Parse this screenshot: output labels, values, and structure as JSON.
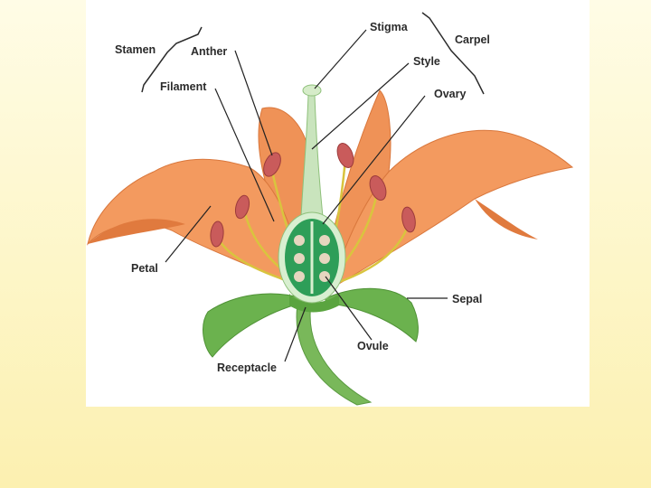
{
  "diagram": {
    "labels": {
      "stamen": "Stamen",
      "anther": "Anther",
      "filament": "Filament",
      "stigma": "Stigma",
      "style": "Style",
      "carpel": "Carpel",
      "ovary": "Ovary",
      "petal": "Petal",
      "sepal": "Sepal",
      "ovule": "Ovule",
      "receptacle": "Receptacle"
    },
    "colors": {
      "petal": "#f39a5f",
      "petal_shade": "#e07a3e",
      "sepal": "#6bb24e",
      "stem": "#79b85a",
      "ovary": "#2e9e58",
      "anther": "#c95b5b",
      "filament": "#d9c43e"
    }
  }
}
